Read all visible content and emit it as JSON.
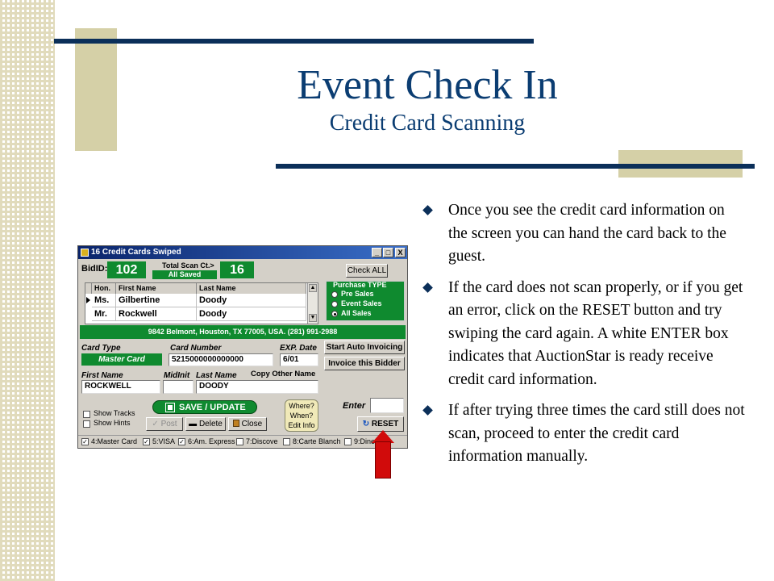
{
  "slide": {
    "title": "Event Check In",
    "subtitle": "Credit Card Scanning",
    "bullets": [
      "Once you see the credit card information on the screen you can hand the card back to the guest.",
      "If the card does not scan properly, or if you get an error, click on the RESET button and try swiping the card again. A white ENTER box indicates that AuctionStar is ready receive credit card information.",
      "If after trying three times the card still does not scan, proceed to enter the credit card information manually."
    ]
  },
  "window": {
    "title": "16 Credit Cards Swiped",
    "title_buttons": [
      "_",
      "□",
      "X"
    ],
    "bidid_label": "BidID:",
    "bidid_value": "102",
    "total_scan_label": "Total Scan Ct.>",
    "all_saved": "All Saved",
    "total_scan_value": "16",
    "check_all": "Check ALL",
    "grid": {
      "headers": [
        "Hon.",
        "First Name",
        "Last Name"
      ],
      "rows": [
        {
          "hon": "Ms.",
          "first": "Gilbertine",
          "last": "Doody"
        },
        {
          "hon": "Mr.",
          "first": "Rockwell",
          "last": "Doody"
        }
      ]
    },
    "purchase_type": {
      "label": "Purchase TYPE",
      "options": [
        "Pre Sales",
        "Event Sales",
        "All Sales"
      ],
      "selected": "All Sales"
    },
    "address_bar": "9842 Belmont, Houston, TX 77005, USA. (281) 991-2988",
    "card_type_label": "Card Type",
    "card_type_value": "Master Card",
    "card_number_label": "Card Number",
    "card_number_value": "5215000000000000",
    "exp_label": "EXP. Date",
    "exp_value": "6/01",
    "start_auto_invoicing": "Start Auto Invoicing",
    "invoice_bidder": "Invoice this Bidder",
    "first_name_label": "First Name",
    "midinit_label": "MidInit",
    "last_name_label": "Last Name",
    "copy_other_name": "Copy Other Name",
    "first_name_value": "ROCKWELL",
    "midinit_value": "",
    "last_name_value": "DOODY",
    "save_update": "SAVE / UPDATE",
    "show_tracks": "Show Tracks",
    "show_hints": "Show Hints",
    "post": "Post",
    "delete": "Delete",
    "close": "Close",
    "where_when": [
      "Where?",
      "When?",
      "Edit Info"
    ],
    "enter_label": "Enter",
    "enter_value": "",
    "reset": "RESET",
    "card_filters": [
      "4:Master Card",
      "5:VISA",
      "6:Am. Express",
      "7:Discove",
      "8:Carte Blanch",
      "9:Dine"
    ]
  },
  "colors": {
    "navy": "#0b2f59",
    "title_blue": "#0b3d72",
    "tan": "#d5d0a7",
    "green": "#0f8a2f",
    "arrow_red": "#d10b0b"
  }
}
